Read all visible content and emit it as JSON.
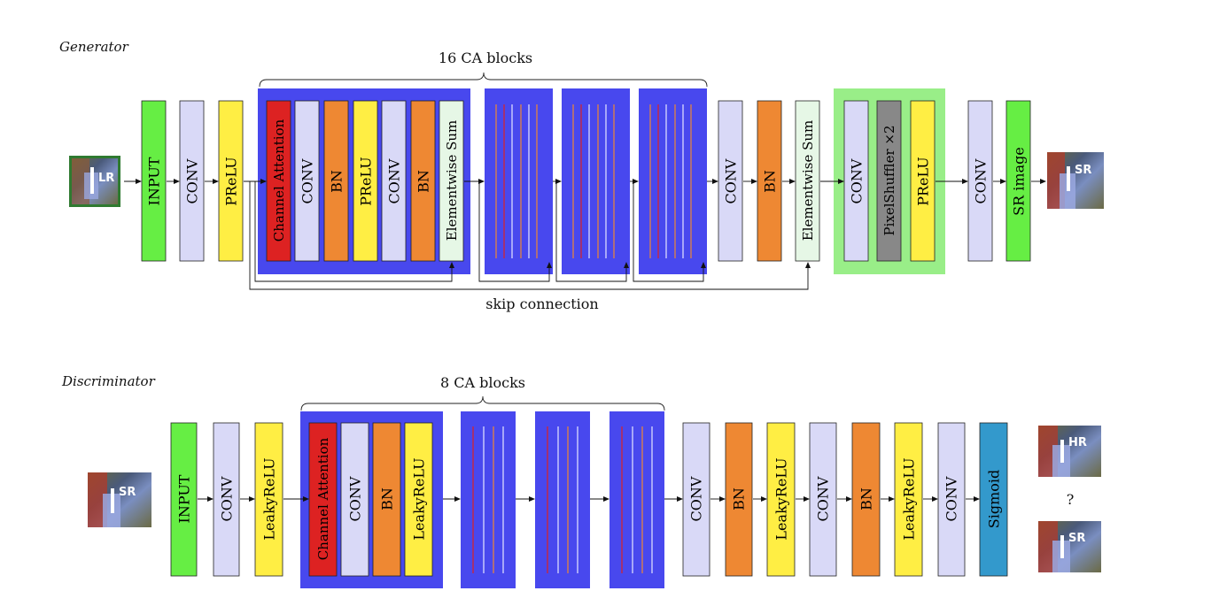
{
  "colors": {
    "input": "#66ee44",
    "conv": "#d9d9f7",
    "prelu": "#ffee44",
    "bn": "#ee8833",
    "channel_attention": "#dd2222",
    "elementwise_sum": "#e6f7e6",
    "ca_group": "#4848ee",
    "upsample_group": "#99ee88",
    "pixelshuffle": "#888888",
    "sigmoid": "#3399cc",
    "sr_image": "#66ee44",
    "stripe_orange": "#ee8833",
    "stripe_red": "#dd2222",
    "stripe_white": "#e6e6ff"
  },
  "generator": {
    "title": "Generator",
    "group_label": "16 CA blocks",
    "skip_label": "skip connection",
    "input_image": {
      "icon": "lr-patch-image",
      "sub": "LR"
    },
    "output_image": {
      "icon": "sr-patch-image",
      "sub": "SR"
    },
    "blocks": {
      "input": "INPUT",
      "conv1": "CONV",
      "prelu1": "PReLU",
      "ca": "Channel Attention",
      "ca_conv1": "CONV",
      "ca_bn1": "BN",
      "ca_prelu": "PReLU",
      "ca_conv2": "CONV",
      "ca_bn2": "BN",
      "ca_sum": "Elementwise Sum",
      "conv2": "CONV",
      "bn2": "BN",
      "sum": "Elementwise Sum",
      "up_conv": "CONV",
      "pixelshuffle": "PixelShuffler ×2",
      "up_prelu": "PReLU",
      "conv3": "CONV",
      "sr": "SR image"
    }
  },
  "discriminator": {
    "title": "Discriminator",
    "group_label": "8 CA blocks",
    "question": "?",
    "input_image": {
      "icon": "sr-patch-image",
      "sub": "SR"
    },
    "output_images": [
      {
        "icon": "hr-patch-image",
        "sub": "HR"
      },
      {
        "icon": "sr-patch-image",
        "sub": "SR"
      }
    ],
    "blocks": {
      "input": "INPUT",
      "conv1": "CONV",
      "lrelu1": "LeakyReLU",
      "ca": "Channel Attention",
      "ca_conv": "CONV",
      "ca_bn": "BN",
      "ca_lrelu": "LeakyReLU",
      "conv2": "CONV",
      "bn2": "BN",
      "lrelu2": "LeakyReLU",
      "conv3": "CONV",
      "bn3": "BN",
      "lrelu3": "LeakyReLU",
      "conv4": "CONV",
      "sigmoid": "Sigmoid"
    }
  }
}
